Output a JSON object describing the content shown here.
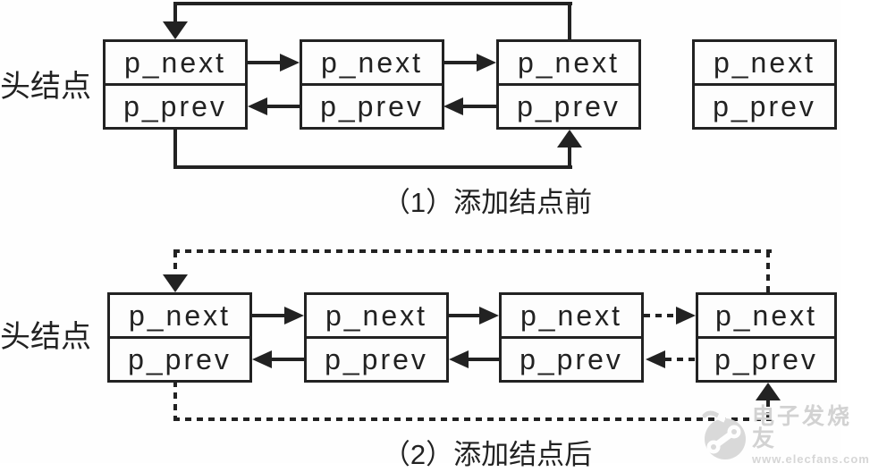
{
  "colors": {
    "ink": "#222222",
    "background": "#fefefe",
    "watermark_gray": "#d2d2d2"
  },
  "diagram_before": {
    "head_label": "头结点",
    "caption": "（1）添加结点前",
    "nodes": [
      {
        "next_label": "p_next",
        "prev_label": "p_prev"
      },
      {
        "next_label": "p_next",
        "prev_label": "p_prev"
      },
      {
        "next_label": "p_next",
        "prev_label": "p_prev"
      },
      {
        "next_label": "p_next",
        "prev_label": "p_prev"
      }
    ]
  },
  "diagram_after": {
    "head_label": "头结点",
    "caption": "（2）添加结点后",
    "nodes": [
      {
        "next_label": "p_next",
        "prev_label": "p_prev"
      },
      {
        "next_label": "p_next",
        "prev_label": "p_prev"
      },
      {
        "next_label": "p_next",
        "prev_label": "p_prev"
      },
      {
        "next_label": "p_next",
        "prev_label": "p_prev"
      }
    ]
  },
  "watermark": {
    "brand": "电子发烧友",
    "site": "www.elecfans.com"
  }
}
